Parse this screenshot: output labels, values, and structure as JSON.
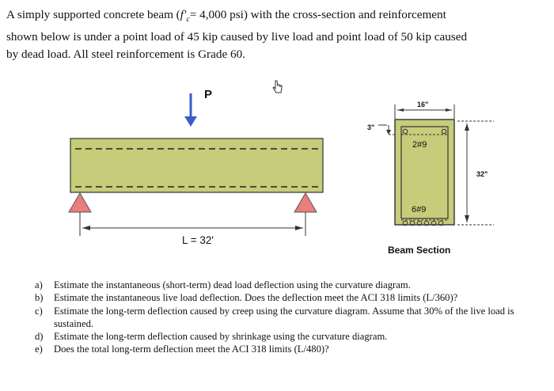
{
  "intro": {
    "line1_pre": "A simply supported concrete beam (",
    "fc_symbol": "f",
    "fc_sub": "c",
    "fc_prime": "′",
    "line1_post": "= 4,000 psi) with the cross-section and reinforcement",
    "line2": "shown below is under a point load of 45 kip caused by live load and point load of 50 kip caused",
    "line3": "by dead load.  All steel reinforcement is Grade 60."
  },
  "figure": {
    "load_label": "P",
    "span_label": "L = 32'",
    "section": {
      "width_label": "16\"",
      "cover_label": "3\"",
      "depth_label": "32\"",
      "top_bars": "2#9",
      "bottom_bars": "6#9",
      "caption": "Beam Section"
    },
    "colors": {
      "beam_fill": "#c6cc7a",
      "support_fill": "#e97f7c",
      "load_arrow": "#3b5dc9"
    }
  },
  "questions": [
    {
      "label": "a)",
      "text": "Estimate the instantaneous (short-term) dead load deflection using the curvature diagram."
    },
    {
      "label": "b)",
      "text": "Estimate the instantaneous live load deflection.  Does the deflection meet the ACI 318 limits (L/360)?"
    },
    {
      "label": "c)",
      "text": "Estimate the long-term deflection caused by creep using the curvature diagram.  Assume that 30% of the live load is sustained."
    },
    {
      "label": "d)",
      "text": "Estimate the long-term deflection caused by shrinkage using the curvature diagram."
    },
    {
      "label": "e)",
      "text": "Does the total long-term deflection meet the ACI 318 limits (L/480)?"
    }
  ]
}
